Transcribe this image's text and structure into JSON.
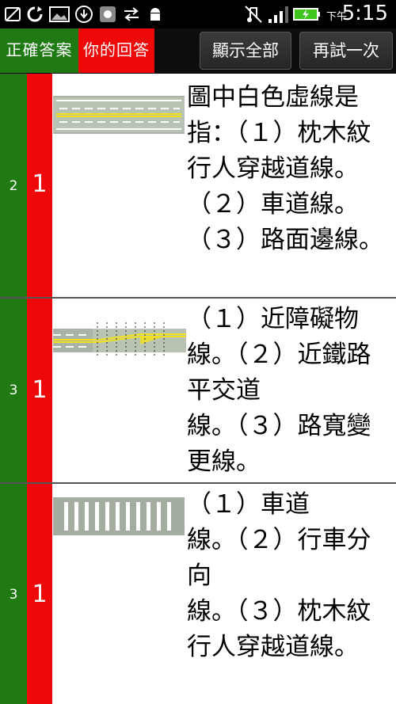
{
  "status_bar": {
    "ampm": "下午",
    "time": "5:15"
  },
  "toolbar": {
    "correct_label": "正確答案",
    "your_label": "你的回答",
    "show_all_label": "顯示全部",
    "retry_label": "再試一次"
  },
  "colors": {
    "correct_bg": "#1f7a14",
    "answer_bg": "#ee0808",
    "row_bg": "#ffffff"
  },
  "questions": [
    {
      "number": "2",
      "your_answer": "1",
      "image": "dashed-white-lane-line-road",
      "text": "圖中白色虛線是指：（１）枕木紋行人穿越道線。（２）車道線。（３）路面邊線。"
    },
    {
      "number": "3",
      "your_answer": "1",
      "image": "obstacle-approach-marking-road",
      "text": "（１）近障礙物線。（２）近鐵路平交道\n線。（３）路寬變更線。"
    },
    {
      "number": "3",
      "your_answer": "1",
      "image": "crosswalk-stripes",
      "text": "（１）車道\n線。（２）行車分向\n線。（３）枕木紋行人穿越道線。"
    }
  ]
}
